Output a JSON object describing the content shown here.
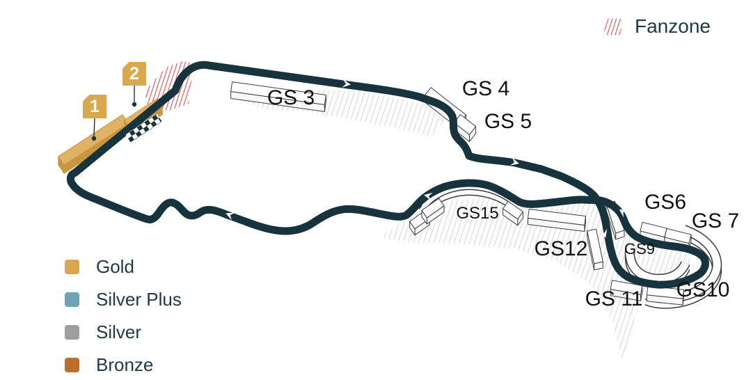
{
  "colors": {
    "track": "#17333F",
    "track_dash": "#0A222C",
    "gold_top": "#E0B264",
    "gold_side": "#C8963F",
    "gold_tag": "#D9A84D",
    "fanzone_red": "#E25555",
    "ga_hatch_gray": "#C9C9C9",
    "text_navy": "#1C3849",
    "label_black": "#121212"
  },
  "fanzone": {
    "label": "Fanzone"
  },
  "legend": {
    "items": [
      {
        "label": "Gold",
        "color": "#D9A84D"
      },
      {
        "label": "Silver Plus",
        "color": "#6FA2B3"
      },
      {
        "label": "Silver",
        "color": "#9E9E9E"
      },
      {
        "label": "Bronze",
        "color": "#BC6F2D"
      }
    ]
  },
  "gold_stands": [
    {
      "tag": "1"
    },
    {
      "tag": "2"
    }
  ],
  "gs_labels": [
    {
      "text": "GS 3"
    },
    {
      "text": "GS 4"
    },
    {
      "text": "GS 5"
    },
    {
      "text": "GS6"
    },
    {
      "text": "GS 7"
    },
    {
      "text": "GS9"
    },
    {
      "text": "GS10"
    },
    {
      "text": "GS 11"
    },
    {
      "text": "GS12"
    },
    {
      "text": "GS15"
    }
  ]
}
